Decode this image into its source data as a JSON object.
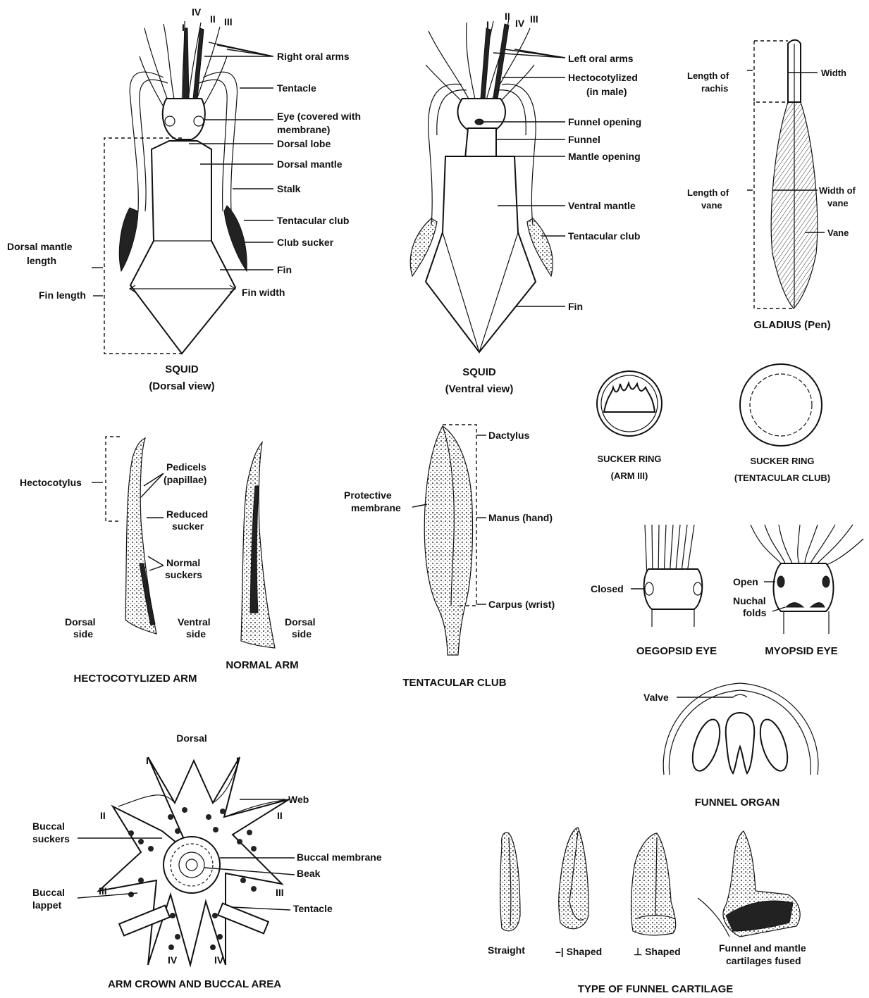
{
  "squid_dorsal": {
    "arm_numbers": [
      "IV",
      "II",
      "III",
      "I"
    ],
    "labels": [
      "Right oral arms",
      "Tentacle",
      "Eye (covered with",
      "membrane)",
      "Dorsal lobe",
      "Dorsal mantle",
      "Stalk",
      "Tentacular club",
      "Club sucker",
      "Fin",
      "Fin width"
    ],
    "left_labels": [
      "Dorsal mantle",
      "length",
      "Fin length"
    ],
    "caption": [
      "SQUID",
      "(Dorsal view)"
    ]
  },
  "squid_ventral": {
    "arm_numbers": [
      "I",
      "II",
      "IV",
      "III"
    ],
    "labels": [
      "Left oral arms",
      "Hectocotylized",
      "(in male)",
      "Funnel opening",
      "Funnel",
      "Mantle opening",
      "Ventral mantle",
      "Tentacular club",
      "Fin"
    ],
    "caption": [
      "SQUID",
      "(Ventral view)"
    ]
  },
  "gladius": {
    "labels": [
      "Length of",
      "rachis",
      "Width",
      "Length of",
      "vane",
      "Width of",
      "vane",
      "Vane"
    ],
    "caption": "GLADIUS (Pen)"
  },
  "sucker_rings": {
    "arm": [
      "SUCKER RING",
      "(ARM III)"
    ],
    "club": [
      "SUCKER RING",
      "(TENTACULAR CLUB)"
    ]
  },
  "hectocotylized": {
    "labels": [
      "Hectocotylus",
      "Pedicels",
      "(papillae)",
      "Reduced",
      "sucker",
      "Normal",
      "suckers",
      "Dorsal",
      "side",
      "Ventral",
      "side",
      "Dorsal",
      "side"
    ],
    "caption": "HECTOCOTYLIZED ARM",
    "normal_caption": "NORMAL  ARM"
  },
  "tentacular_club": {
    "labels": [
      "Dactylus",
      "Protective",
      "membrane",
      "Manus (hand)",
      "Carpus (wrist)"
    ],
    "caption": "TENTACULAR CLUB"
  },
  "eyes": {
    "labels": [
      "Closed",
      "Open",
      "Nuchal",
      "folds"
    ],
    "oegopsid": "OEGOPSID EYE",
    "myopsid": "MYOPSID EYE"
  },
  "funnel_organ": {
    "label": "Valve",
    "caption": "FUNNEL ORGAN"
  },
  "arm_crown": {
    "top": "Dorsal",
    "arm_numbers": [
      "I",
      "I",
      "II",
      "II",
      "III",
      "III",
      "IV",
      "IV"
    ],
    "labels": [
      "Web",
      "Buccal",
      "suckers",
      "Buccal membrane",
      "Beak",
      "Buccal",
      "lappet",
      "Tentacle"
    ],
    "caption": "ARM CROWN AND BUCCAL AREA"
  },
  "funnel_cartilage": {
    "types": [
      "Straight",
      "–| Shaped",
      "⊥ Shaped",
      "Funnel and mantle",
      "cartilages fused"
    ],
    "caption": "TYPE OF FUNNEL CARTILAGE"
  }
}
